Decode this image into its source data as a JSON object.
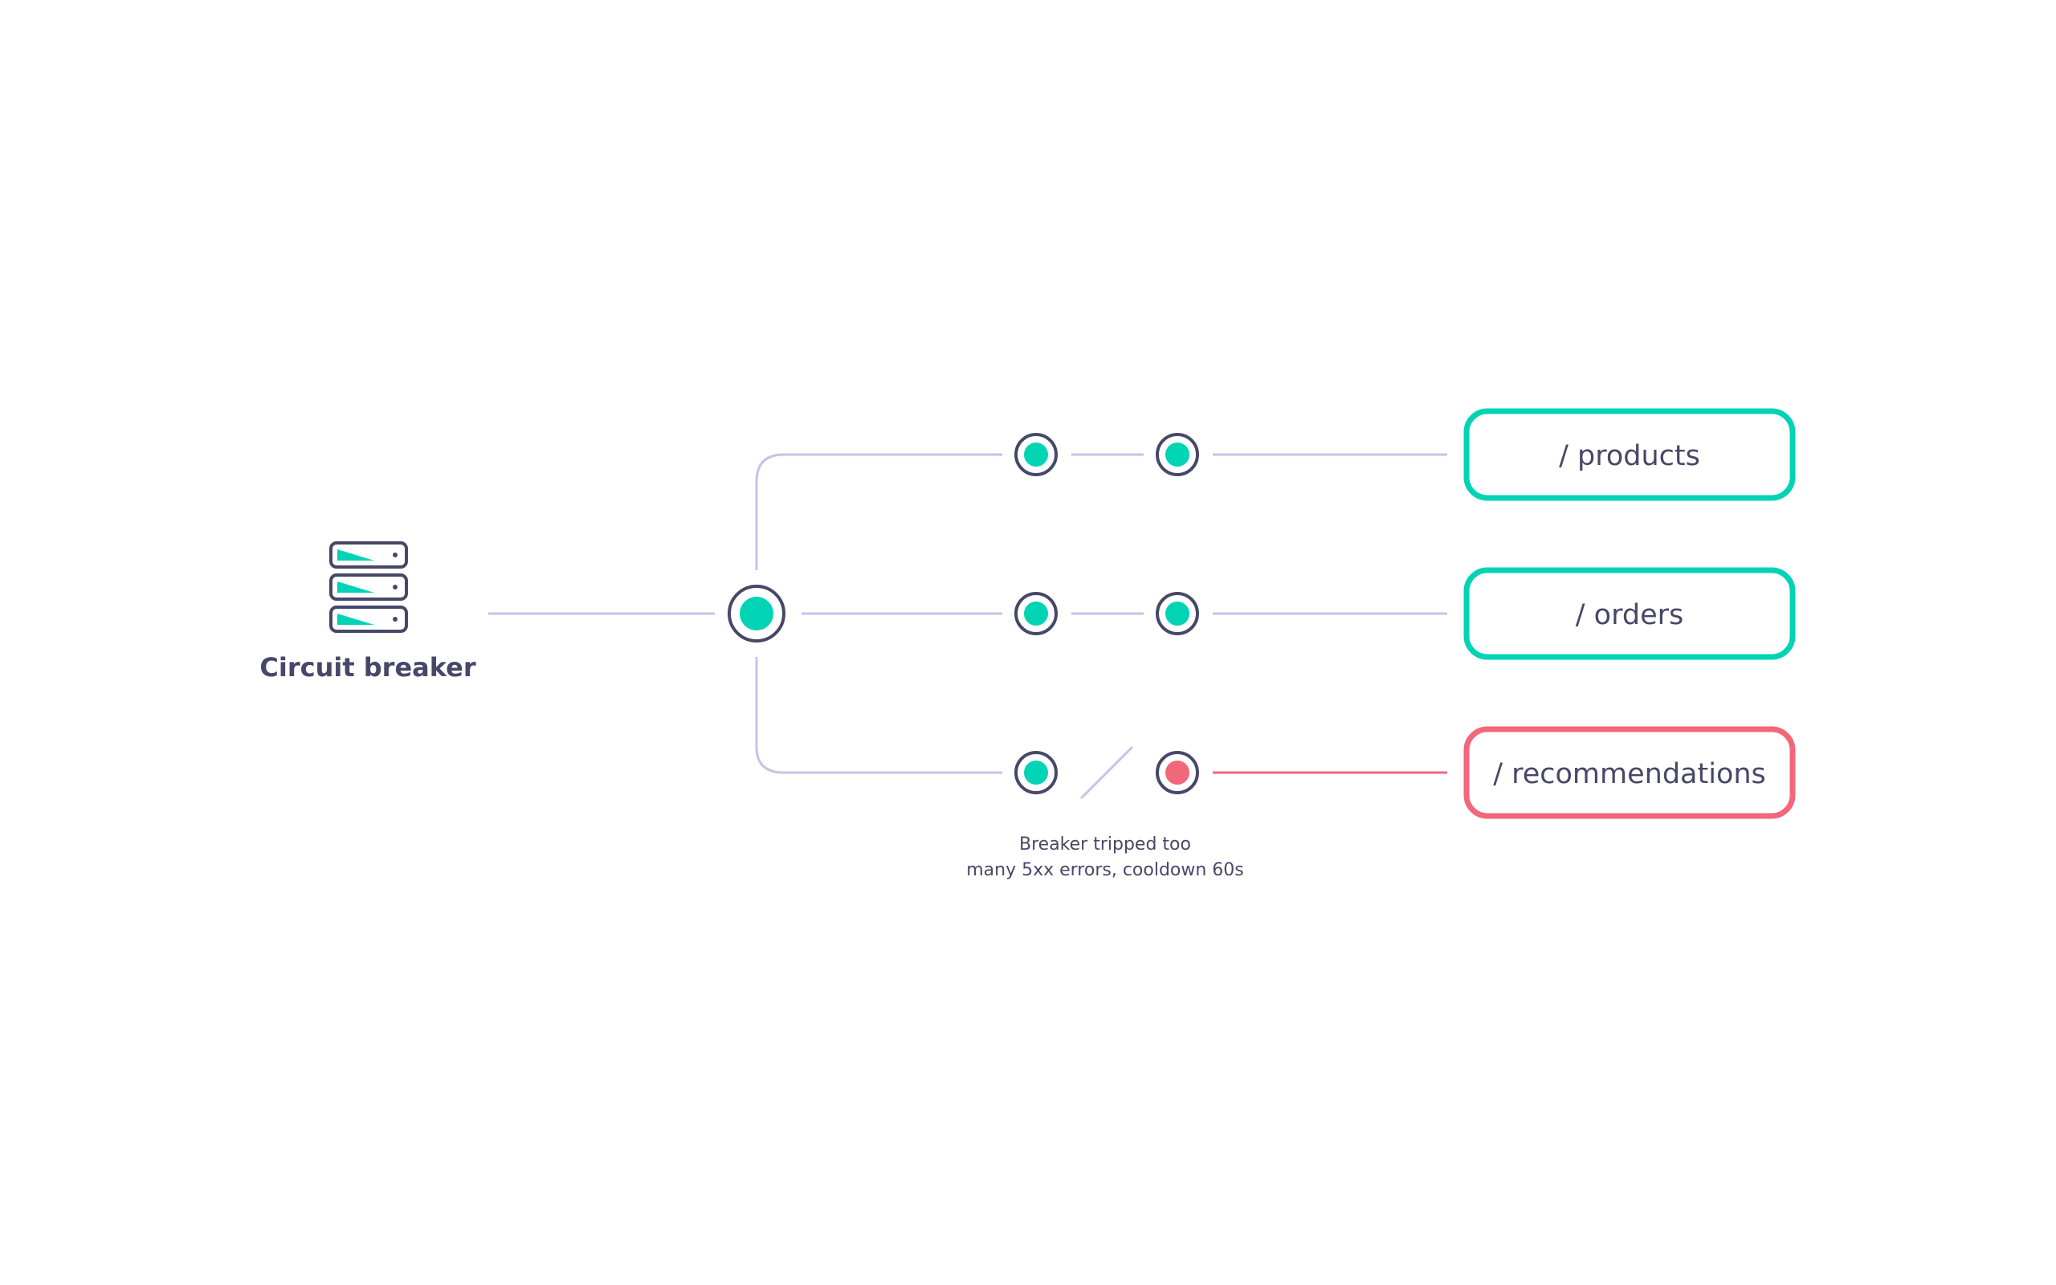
{
  "server": {
    "label": "Circuit breaker",
    "icon": "server-stack-icon"
  },
  "routes": [
    {
      "label": "/ products",
      "status": "closed",
      "color": "#00d4b5"
    },
    {
      "label": "/ orders",
      "status": "closed",
      "color": "#00d4b5"
    },
    {
      "label": "/ recommendations",
      "status": "open",
      "color": "#f2677a"
    }
  ],
  "note": {
    "line1": "Breaker tripped too",
    "line2": "many 5xx errors, cooldown 60s"
  },
  "colors": {
    "ink": "#474868",
    "line": "#c5c3e6",
    "healthy": "#00d4b5",
    "tripped": "#f2677a"
  }
}
